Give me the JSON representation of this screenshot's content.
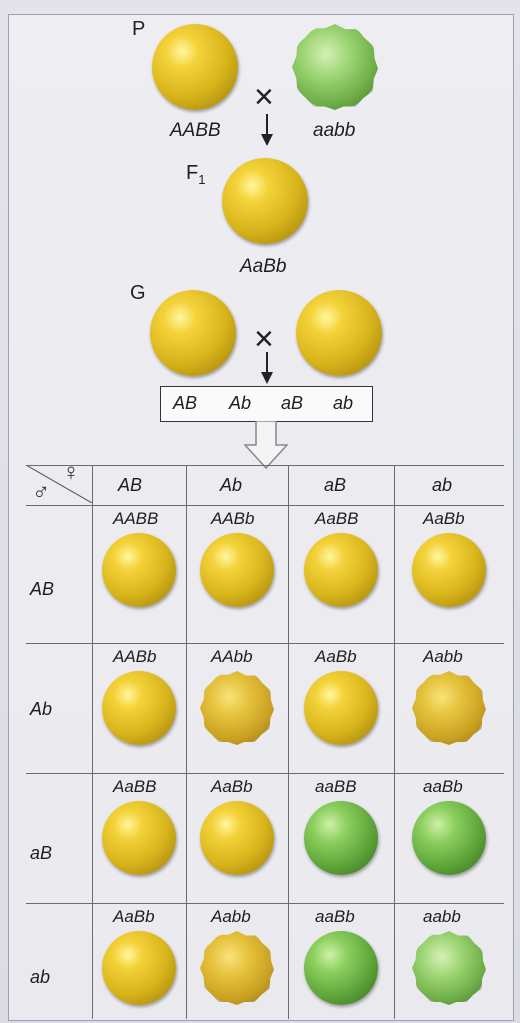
{
  "parents": {
    "generation": "P",
    "left_genotype": "AABB",
    "right_genotype": "aabb",
    "left_phenotype": "yellow-round",
    "right_phenotype": "green-wrinkled"
  },
  "f1": {
    "generation": "F",
    "subscript": "1",
    "genotype": "AaBb",
    "phenotype": "yellow-round"
  },
  "gametes_cross": {
    "generation": "G"
  },
  "gametes": [
    "AB",
    "Ab",
    "aB",
    "ab"
  ],
  "cross_symbol": "×",
  "punnett": {
    "corner_male": "♂",
    "corner_female": "♀",
    "col_headers": [
      "AB",
      "Ab",
      "aB",
      "ab"
    ],
    "row_headers": [
      "AB",
      "Ab",
      "aB",
      "ab"
    ],
    "cells": [
      [
        {
          "g": "AABB",
          "p": "yr"
        },
        {
          "g": "AABb",
          "p": "yr"
        },
        {
          "g": "AaBB",
          "p": "yr"
        },
        {
          "g": "AaBb",
          "p": "yr"
        }
      ],
      [
        {
          "g": "AABb",
          "p": "yr"
        },
        {
          "g": "AAbb",
          "p": "yw"
        },
        {
          "g": "AaBb",
          "p": "yr"
        },
        {
          "g": "Aabb",
          "p": "yw"
        }
      ],
      [
        {
          "g": "AaBB",
          "p": "yr"
        },
        {
          "g": "AaBb",
          "p": "yr"
        },
        {
          "g": "aaBB",
          "p": "gr"
        },
        {
          "g": "aaBb",
          "p": "gr"
        }
      ],
      [
        {
          "g": "AaBb",
          "p": "yr"
        },
        {
          "g": "Aabb",
          "p": "yw"
        },
        {
          "g": "aaBb",
          "p": "gr"
        },
        {
          "g": "aabb",
          "p": "gw"
        }
      ]
    ]
  }
}
